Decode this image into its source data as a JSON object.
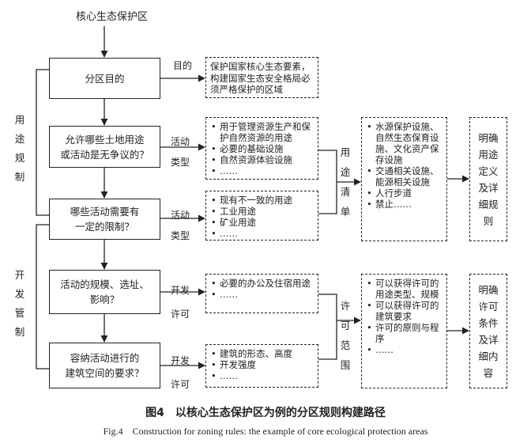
{
  "top_label": "核心生态保护区",
  "main_boxes": [
    {
      "text": "分区目的"
    },
    {
      "text": "允许哪些土地用途\n或活动是无争议的？"
    },
    {
      "text": "哪些活动需要有\n一定的限制？"
    },
    {
      "text": "活动的规模、选址、\n影响？"
    },
    {
      "text": "容纳活动进行的\n建筑空间的要求？"
    }
  ],
  "connector_labels": [
    {
      "text": "目的"
    },
    {
      "text": "活动\n类型"
    },
    {
      "text": "活动\n类型"
    },
    {
      "text": "开发\n许可"
    },
    {
      "text": "开发\n许可"
    }
  ],
  "side_labels": {
    "use_regulation": "用途规制",
    "development_control": "开发管制"
  },
  "purpose_box": "保护国家核心生态要素，构建国家生态安全格局必须严格保护的区域",
  "lists": {
    "activities_uncontested": [
      "用于管理资源生产和保护自然资源的用途",
      "必要的基础设施",
      "自然资源体验设施",
      "……"
    ],
    "activities_restricted": [
      "现有不一致的用途",
      "工业用途",
      "矿业用途",
      "……"
    ],
    "scale_location": [
      "必要的办公及住宿用途",
      "……"
    ],
    "building_space": [
      "建筑的形态、高度",
      "开发强度",
      "……"
    ]
  },
  "middle_labels": {
    "use_list": "用途清单",
    "permit_scope": "许可范围"
  },
  "use_list_box": [
    "水源保护设施、自然生态保育设施、文化资产保存设施",
    "交通相关设施、能源相关设施",
    "人行步道",
    "禁止……"
  ],
  "permit_box": [
    "可以获得许可的用途类型、规模",
    "可以获得许可的建筑要求",
    "许可的原则与程序",
    "……"
  ],
  "final_boxes": {
    "use_rules": "明确用途定义及详细规则",
    "permit_rules": "明确许可条件及详细内容"
  },
  "caption": {
    "cn": "图4　以核心生态保护区为例的分区规则构建路径",
    "en": "Fig.4　Construction for zoning rules: the example of core ecological protection areas"
  }
}
